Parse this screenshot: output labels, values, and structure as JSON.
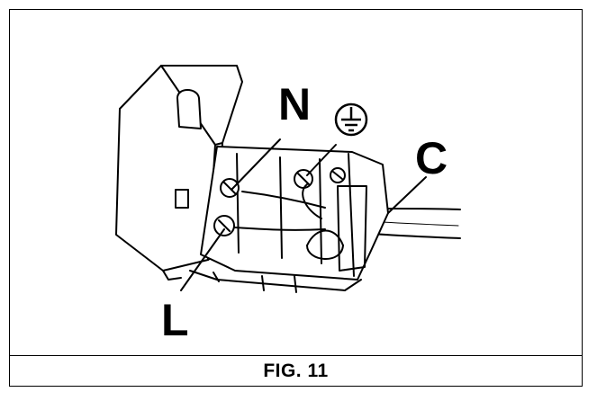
{
  "figure": {
    "caption": "FIG. 11",
    "labels": {
      "neutral": "N",
      "live": "L",
      "cable": "C",
      "earth_symbol": "earth-ground-icon"
    }
  },
  "colors": {
    "line": "#000000",
    "background": "#ffffff"
  }
}
